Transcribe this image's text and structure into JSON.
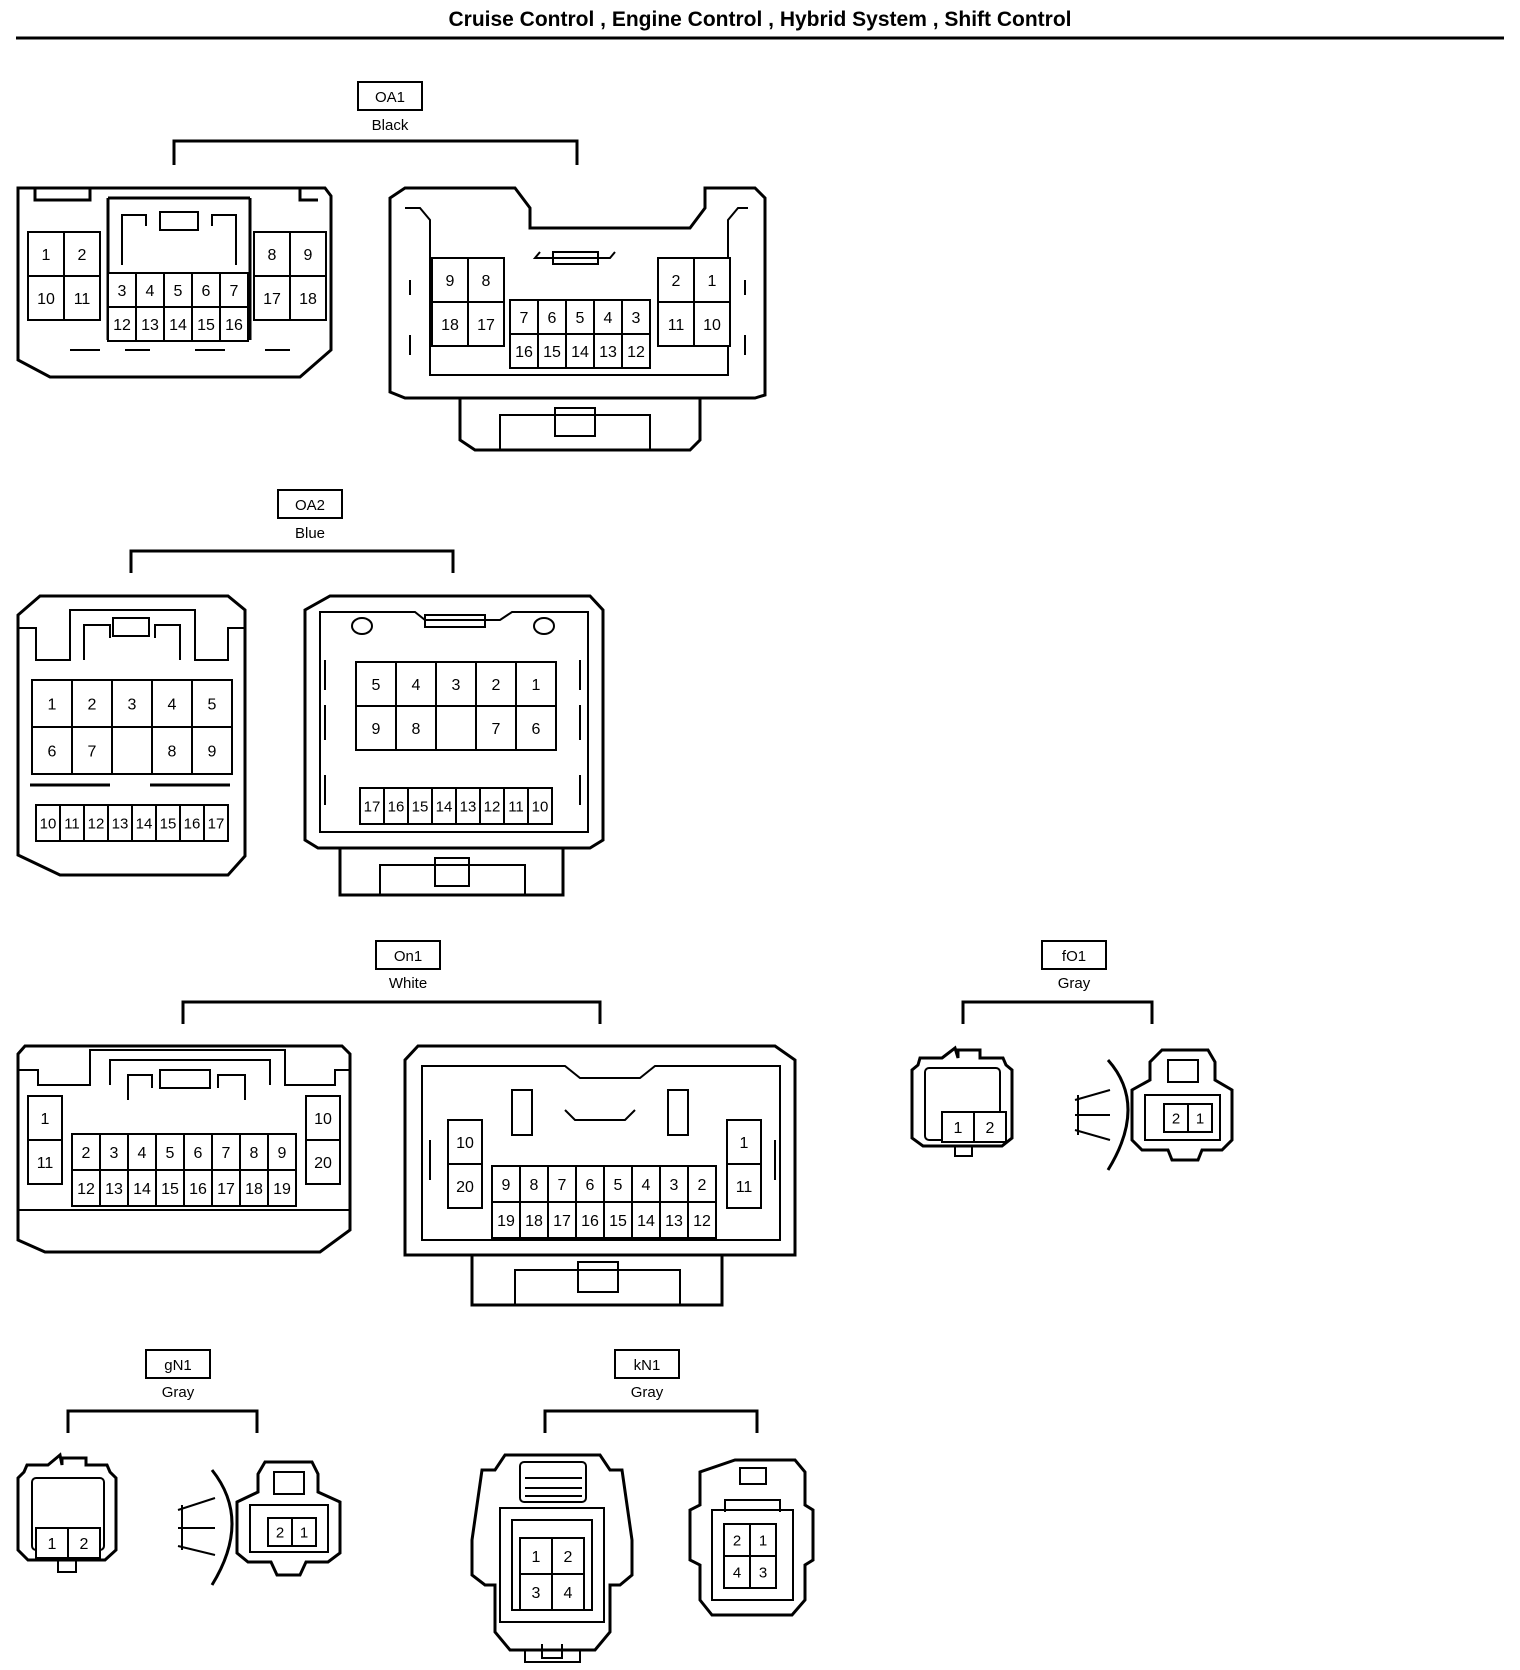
{
  "header": {
    "title": "Cruise Control , Engine Control , Hybrid System , Shift Control"
  },
  "connectors": [
    {
      "code": "OA1",
      "color": "Black",
      "left_pins": [
        [
          "1",
          "2"
        ],
        [
          "10",
          "11"
        ],
        [
          "3",
          "4",
          "5",
          "6",
          "7"
        ],
        [
          "12",
          "13",
          "14",
          "15",
          "16"
        ],
        [
          "8",
          "9"
        ],
        [
          "17",
          "18"
        ]
      ],
      "right_pins": [
        [
          "9",
          "8"
        ],
        [
          "18",
          "17"
        ],
        [
          "7",
          "6",
          "5",
          "4",
          "3"
        ],
        [
          "16",
          "15",
          "14",
          "13",
          "12"
        ],
        [
          "2",
          "1"
        ],
        [
          "11",
          "10"
        ]
      ]
    },
    {
      "code": "OA2",
      "color": "Blue",
      "left_pins": [
        [
          "1",
          "2",
          "3",
          "4",
          "5"
        ],
        [
          "6",
          "7",
          "",
          "8",
          "9"
        ],
        [
          "10",
          "11",
          "12",
          "13",
          "14",
          "15",
          "16",
          "17"
        ]
      ],
      "right_pins": [
        [
          "5",
          "4",
          "3",
          "2",
          "1"
        ],
        [
          "9",
          "8",
          "",
          "7",
          "6"
        ],
        [
          "17",
          "16",
          "15",
          "14",
          "13",
          "12",
          "11",
          "10"
        ]
      ]
    },
    {
      "code": "On1",
      "color": "White",
      "left_pins": [
        [
          "1",
          "11"
        ],
        [
          "2",
          "3",
          "4",
          "5",
          "6",
          "7",
          "8",
          "9"
        ],
        [
          "12",
          "13",
          "14",
          "15",
          "16",
          "17",
          "18",
          "19"
        ],
        [
          "10",
          "20"
        ]
      ],
      "right_pins": [
        [
          "10",
          "20"
        ],
        [
          "9",
          "8",
          "7",
          "6",
          "5",
          "4",
          "3",
          "2"
        ],
        [
          "19",
          "18",
          "17",
          "16",
          "15",
          "14",
          "13",
          "12"
        ],
        [
          "1",
          "11"
        ]
      ]
    },
    {
      "code": "fO1",
      "color": "Gray",
      "left_pins": [
        "1",
        "2"
      ],
      "right_pins": [
        "2",
        "1"
      ]
    },
    {
      "code": "gN1",
      "color": "Gray",
      "left_pins": [
        "1",
        "2"
      ],
      "right_pins": [
        "2",
        "1"
      ]
    },
    {
      "code": "kN1",
      "color": "Gray",
      "left_pins": [
        [
          "1",
          "2"
        ],
        [
          "3",
          "4"
        ]
      ],
      "right_pins": [
        [
          "2",
          "1"
        ],
        [
          "4",
          "3"
        ]
      ]
    }
  ]
}
